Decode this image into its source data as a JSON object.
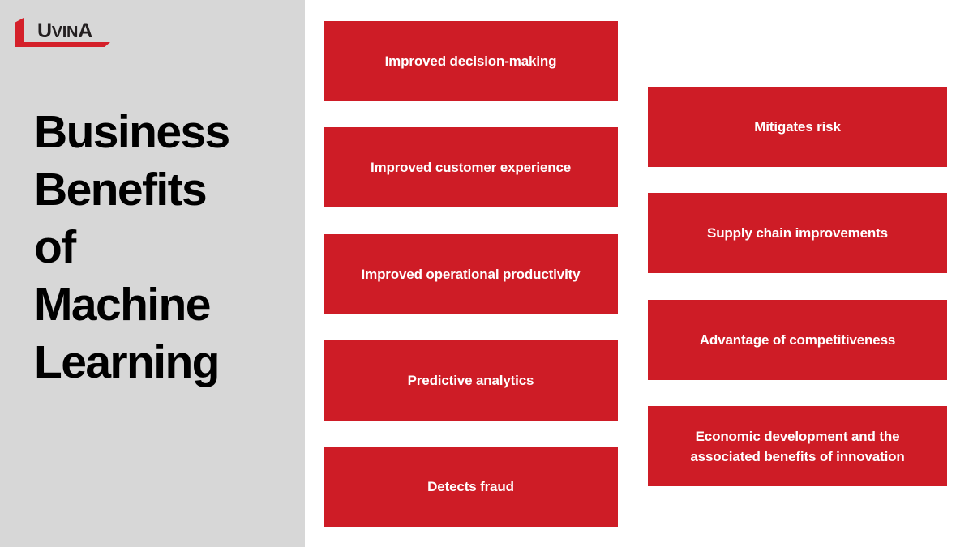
{
  "brand": {
    "logo_text_first": "L",
    "logo_text_rest_cap": "U",
    "logo_text_rest": "VIN",
    "logo_text_last": "A",
    "logo_full": "LUVINA",
    "logo_mark_color": "#d4202a"
  },
  "colors": {
    "panel_background": "#d7d7d7",
    "page_background": "#ffffff",
    "box_red": "#ce1c26",
    "title_text": "#000000",
    "box_text": "#ffffff",
    "logo_wordmark": "#231f20"
  },
  "title": {
    "full": "Business Benefits of Machine Learning",
    "lines": [
      "Business",
      "Benefits",
      "of",
      "Machine",
      "Learning"
    ]
  },
  "benefits": {
    "left_column": [
      {
        "label": "Improved decision-making"
      },
      {
        "label": "Improved customer experience"
      },
      {
        "label": "Improved operational productivity"
      },
      {
        "label": "Predictive analytics"
      },
      {
        "label": "Detects fraud"
      }
    ],
    "right_column": [
      {
        "label": "Mitigates risk"
      },
      {
        "label": "Supply chain improvements"
      },
      {
        "label": "Advantage of competitiveness"
      },
      {
        "label": "Economic development and the associated benefits of innovation"
      }
    ]
  }
}
